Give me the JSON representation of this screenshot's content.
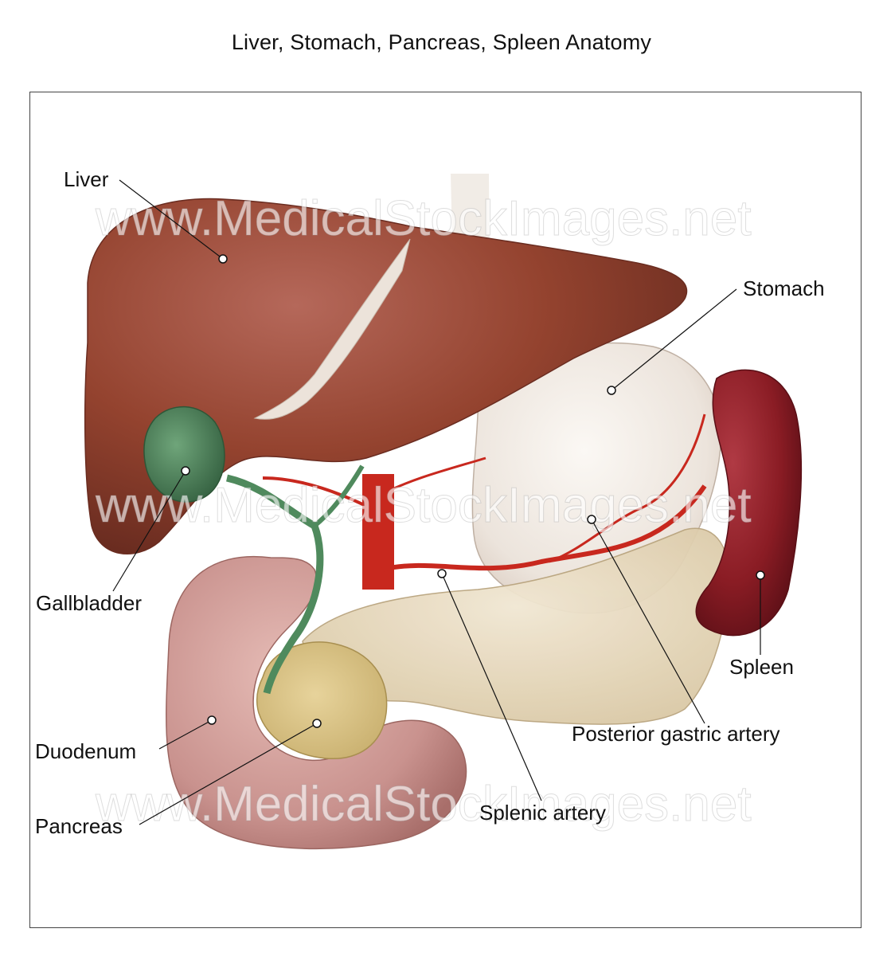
{
  "title": "Liver, Stomach, Pancreas, Spleen Anatomy",
  "watermark": "www.MedicalStockImages.net",
  "labels": {
    "liver": "Liver",
    "stomach": "Stomach",
    "gallbladder": "Gallbladder",
    "spleen": "Spleen",
    "posterior_gastric_artery": "Posterior gastric artery",
    "duodenum": "Duodenum",
    "pancreas": "Pancreas",
    "splenic_artery": "Splenic artery"
  },
  "colors": {
    "liver": "#8e3c2e",
    "stomach": "#efe9e2",
    "gallbladder": "#4f8a5d",
    "spleen": "#8a1c24",
    "pancreas": "#e6d9bf",
    "duodenum": "#c9928e",
    "artery": "#c8281e"
  }
}
